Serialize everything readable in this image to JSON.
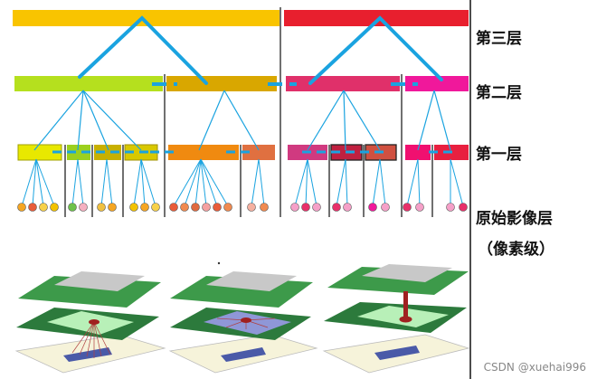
{
  "labels": {
    "level3": "第三层",
    "level2": "第二层",
    "level1": "第一层",
    "raw_line1": "原始影像层",
    "raw_line2": "（像素级）"
  },
  "watermark": "CSDN @xuehai996",
  "colors": {
    "connector": "#1aa3e0",
    "level3_left": "#f9c400",
    "level3_right": "#e81f2e",
    "level2": [
      "#b5e01e",
      "#d9a700",
      "#e0306a",
      "#f0189b"
    ],
    "separator": "#111111"
  }
}
